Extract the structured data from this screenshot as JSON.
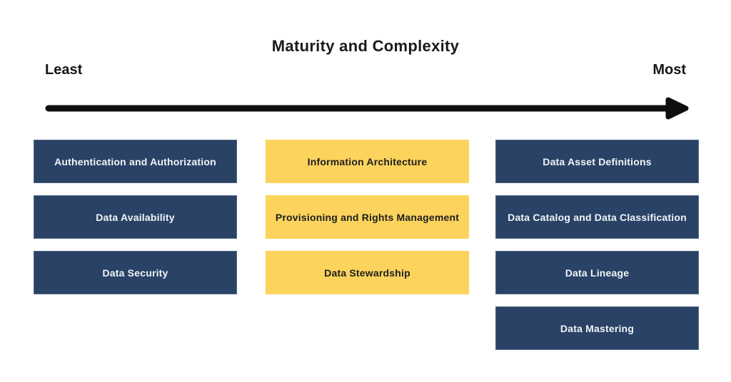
{
  "title": "Maturity and Complexity",
  "axis": {
    "left_label": "Least",
    "right_label": "Most"
  },
  "colors": {
    "navy": "#294265",
    "yellow": "#FCD35C",
    "text_on_navy": "#F2F5F9",
    "text_on_yellow": "#1E1E1E",
    "arrow": "#0F0F0F"
  },
  "columns": [
    {
      "name": "least-mature",
      "style": "navy",
      "items": [
        "Authentication and Authorization",
        "Data Availability",
        "Data Security"
      ]
    },
    {
      "name": "mid-mature",
      "style": "yellow",
      "items": [
        "Information Architecture",
        "Provisioning and Rights Management",
        "Data Stewardship"
      ]
    },
    {
      "name": "most-mature",
      "style": "navy",
      "items": [
        "Data Asset Definitions",
        "Data Catalog and Data Classification",
        "Data Lineage",
        "Data Mastering"
      ]
    }
  ]
}
